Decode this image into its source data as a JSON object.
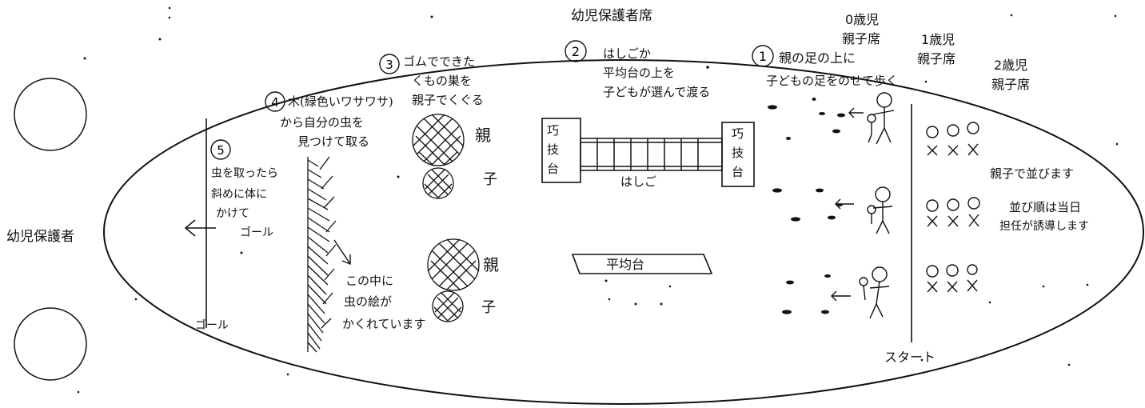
{
  "labels": {
    "parent_seats_top": "幼児保護者席",
    "parent_seats_left": "幼児保護者",
    "age0_line1": "0歳児",
    "age0_line2": "親子席",
    "age1_line1": "1歳児",
    "age1_line2": "親子席",
    "age2_line1": "2歳児",
    "age2_line2": "親子席"
  },
  "stations": {
    "s1": {
      "num": "1",
      "text1": "親の足の上に",
      "text2": "子どもの足をのせて歩く"
    },
    "s2": {
      "num": "2",
      "text1": "はしごか",
      "text2": "平均台の上を",
      "text3": "子どもが選んで渡る"
    },
    "s3": {
      "num": "3",
      "text1": "ゴムでできた",
      "text2": "くもの巣を",
      "text3": "親子でくぐる"
    },
    "s4": {
      "num": "4",
      "text1": "木(緑色いワサワサ)",
      "text2": "から自分の虫を",
      "text3": "見つけて取る"
    },
    "s5": {
      "num": "5",
      "text1": "虫を取ったら",
      "text2": "斜めに体に",
      "text3": "かけて",
      "text4": "ゴール"
    }
  },
  "equipment": {
    "box_left": [
      "巧",
      "技",
      "台"
    ],
    "box_right": [
      "巧",
      "技",
      "台"
    ],
    "ladder": "はしご",
    "balance_beam": "平均台",
    "parent": "親",
    "child": "子"
  },
  "notes": {
    "hidden1": "この中に",
    "hidden2": "虫の絵が",
    "hidden3": "かくれています",
    "goal": "ゴール",
    "start": "スタート",
    "line_up": "親子で並びます",
    "order1": "並び順は当日",
    "order2": "担任が誘導します"
  }
}
